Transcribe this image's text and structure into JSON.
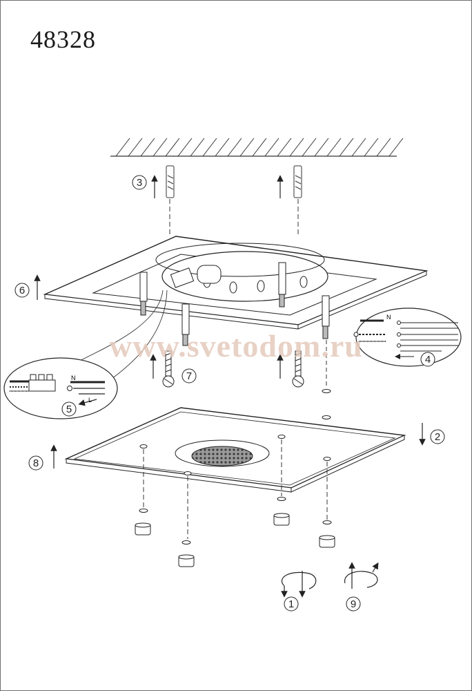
{
  "model_number": "48328",
  "watermark": "www.svetodom.ru",
  "step_labels": [
    "1",
    "2",
    "3",
    "4",
    "5",
    "6",
    "7",
    "8",
    "9"
  ],
  "wiring": {
    "neutral": "N",
    "line": "L"
  }
}
